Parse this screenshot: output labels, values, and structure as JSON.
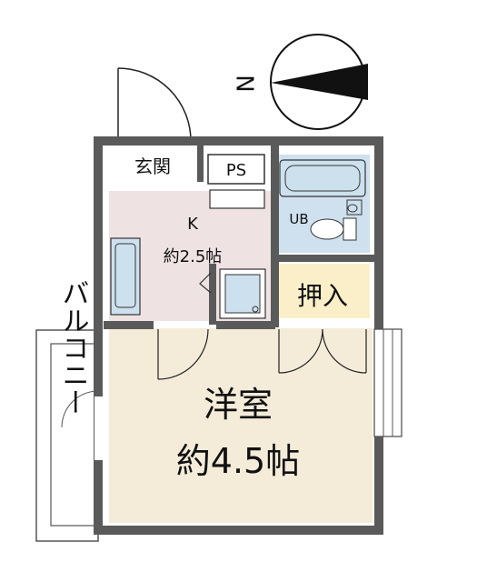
{
  "compass": {
    "north_label": "N"
  },
  "rooms": {
    "genkan": {
      "label": "玄関"
    },
    "ps": {
      "label": "PS"
    },
    "kitchen": {
      "label": "K",
      "area": "約2.5帖"
    },
    "bath": {
      "label": "UB"
    },
    "closet": {
      "label": "押入"
    },
    "western_room": {
      "label": "洋室",
      "area": "約4.5帖"
    },
    "balcony": {
      "label": "バルコニー"
    }
  },
  "colors": {
    "wall": "#5a5a5a",
    "kitchen_floor": "#efe2e2",
    "bath_floor": "#cfe0ee",
    "closet_floor": "#fbefc9",
    "western_floor": "#f4ecd9",
    "fixture_fill": "#cde0ee"
  }
}
